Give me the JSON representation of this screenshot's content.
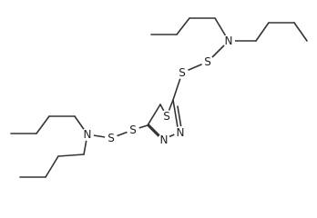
{
  "atoms": [
    {
      "id": "ring_S",
      "label": "S"
    },
    {
      "id": "ring_N1",
      "label": "N"
    },
    {
      "id": "ring_N2",
      "label": "N"
    },
    {
      "id": "S_top_1",
      "label": "S"
    },
    {
      "id": "S_top_2",
      "label": "S"
    },
    {
      "id": "N_top",
      "label": "N"
    },
    {
      "id": "S_left_1",
      "label": "S"
    },
    {
      "id": "S_left_2",
      "label": "S"
    },
    {
      "id": "N_left",
      "label": "N"
    }
  ],
  "colors": {
    "bond": "#333333",
    "text": "#222222",
    "background": "#ffffff"
  }
}
